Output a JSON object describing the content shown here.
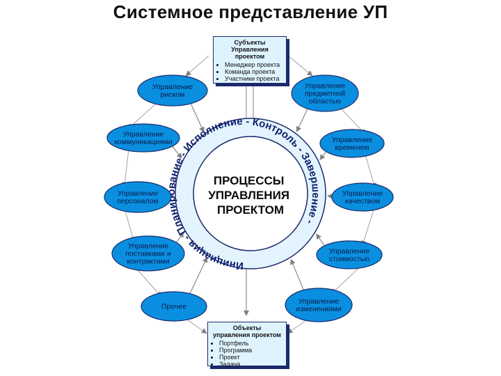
{
  "title": "Системное представление УП",
  "center": {
    "lines": [
      "ПРОЦЕССЫ",
      "УПРАВЛЕНИЯ",
      "ПРОЕКТОМ"
    ]
  },
  "ring_text": "Инициация - Планирование - Исполнение - Контроль - Завершение -",
  "subjects_box": {
    "title_lines": [
      "Субъекты",
      "Управления",
      "проектом"
    ],
    "items": [
      "Менеджер проекта",
      "Команда проекта",
      "Участники проекта"
    ]
  },
  "objects_box": {
    "title_lines": [
      "Объекты",
      "управления проектом"
    ],
    "items": [
      "Портфель",
      "Программа",
      "Проект",
      "Задача"
    ]
  },
  "nodes": [
    {
      "id": "risk",
      "lines": [
        "Управление",
        "риском"
      ]
    },
    {
      "id": "scope",
      "lines": [
        "Управление",
        "предметной",
        "областью"
      ]
    },
    {
      "id": "comm",
      "lines": [
        "Управление",
        "коммуникациями"
      ]
    },
    {
      "id": "time",
      "lines": [
        "Управление",
        "временем"
      ]
    },
    {
      "id": "personnel",
      "lines": [
        "Управление",
        "персоналом"
      ]
    },
    {
      "id": "quality",
      "lines": [
        "Управление",
        "качеством"
      ]
    },
    {
      "id": "procurement",
      "lines": [
        "Управление",
        "поставками и",
        "контрактами"
      ]
    },
    {
      "id": "cost",
      "lines": [
        "Управление",
        "стоимостью"
      ]
    },
    {
      "id": "other",
      "lines": [
        "Прочее"
      ]
    },
    {
      "id": "change",
      "lines": [
        "Управление",
        "изменениями"
      ]
    }
  ],
  "colors": {
    "node_fill": "#0a8fe0",
    "node_stroke": "#1b2a6b",
    "ring_fill": "#e4f4ff",
    "center_fill": "#ffffff",
    "box_fill": "#dff3ff",
    "arrow": "#707070"
  }
}
